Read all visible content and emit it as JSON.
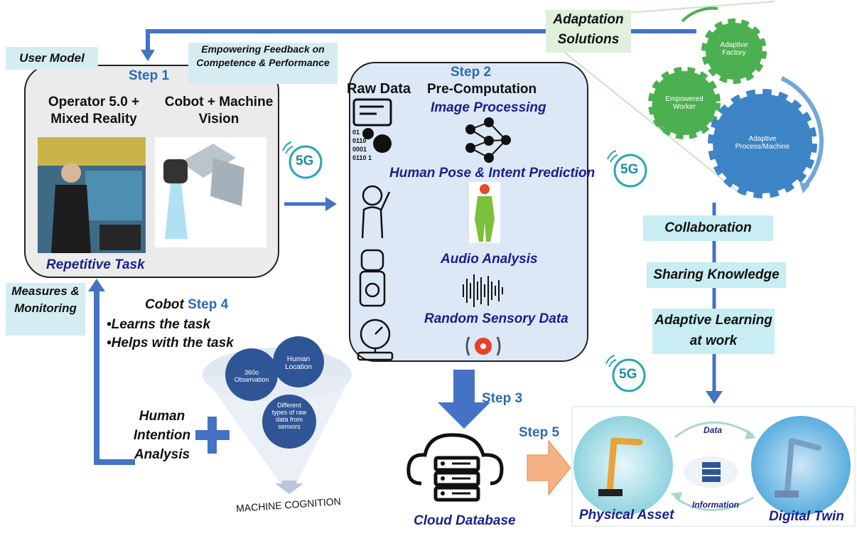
{
  "user_model": "User Model",
  "feedback": "Empowering Feedback on Competence & Performance",
  "step1": {
    "label": "Step 1",
    "operator": "Operator 5.0 + Mixed Reality",
    "cobot": "Cobot + Machine Vision",
    "task": "Repetitive Task"
  },
  "step2": {
    "label": "Step 2",
    "raw_data": "Raw Data",
    "precomputation": "Pre-Computation",
    "image_processing": "Image Processing",
    "pose": "Human Pose & Intent Prediction",
    "audio": "Audio Analysis",
    "sensory": "Random Sensory Data",
    "binary": [
      "01",
      "0110",
      "0001",
      "0110 1"
    ]
  },
  "fiveg": "5G",
  "measures": "Measures & Monitoring",
  "step4": {
    "cobot": "Cobot",
    "label": "Step 4",
    "bullets": [
      "•Learns the task",
      "•Helps with the task"
    ]
  },
  "funnel": {
    "c1": "360o Observation",
    "c2": "Human Location",
    "c3": "Different types of raw data from sensors",
    "caption": "MACHINE COGNITION"
  },
  "intention": "Human Intention Analysis",
  "step3": {
    "label": "Step 3",
    "cloud": "Cloud Database"
  },
  "step5": {
    "label": "Step 5"
  },
  "adaptation": "Adaptation Solutions",
  "gears": {
    "factory": "Adaptive Factory",
    "worker": "Empowered Worker",
    "process": "Adaptive Process/Machine"
  },
  "stack": [
    "Collaboration",
    "Sharing Knowledge",
    "Adaptive Learning at work"
  ],
  "twin": {
    "data": "Data",
    "information": "Information",
    "physical": "Physical Asset",
    "digital": "Digital Twin"
  },
  "colors": {
    "arrow": "#4472c4",
    "navy": "#1a1f8c",
    "step": "#2b6bb5",
    "gear_green": "#4caf50",
    "gear_blue": "#3d85c6"
  }
}
